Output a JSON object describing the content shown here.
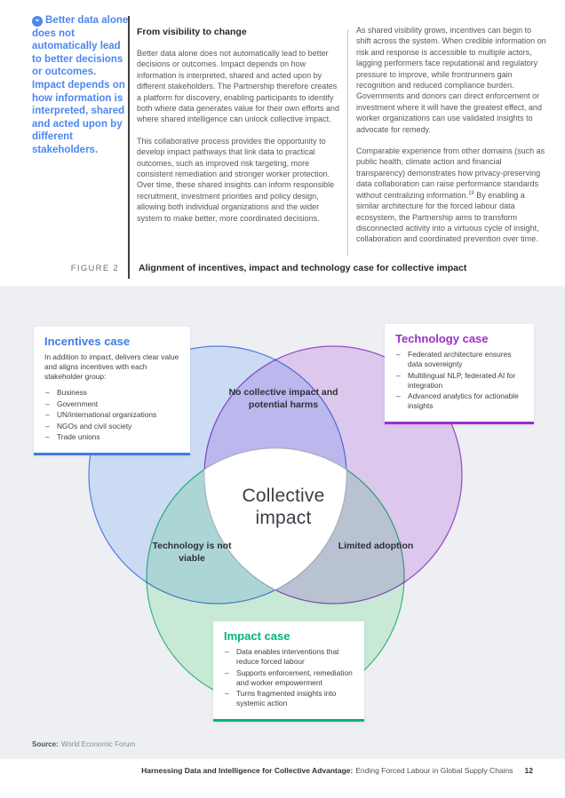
{
  "pull_quote": {
    "icon_glyph": "❝",
    "text": "Better data alone does not automatically lead to better decisions or outcomes. Impact depends on how information is interpreted, shared and acted upon by different stakeholders."
  },
  "article": {
    "heading": "From visibility to change",
    "col1_p1": "Better data alone does not automatically lead to better decisions or outcomes. Impact depends on how information is interpreted, shared and acted upon by different stakeholders. The Partnership therefore creates a platform for discovery, enabling participants to identify both where data generates value for their own efforts and where shared intelligence can unlock collective impact.",
    "col1_p2": "This collaborative process provides the opportunity to develop impact pathways that link data to practical outcomes, such as improved risk targeting, more consistent remediation and stronger worker protection. Over time, these shared insights can inform responsible recruitment, investment priorities and policy design, allowing both individual organizations and the wider system to make better, more coordinated decisions.",
    "col2_p1": "As shared visibility grows, incentives can begin to shift across the system. When credible information on risk and response is accessible to multiple actors, lagging performers face reputational and regulatory pressure to improve, while frontrunners gain recognition and reduced compliance burden. Governments and donors can direct enforcement or investment where it will have the greatest effect, and worker organizations can use validated insights to advocate for remedy.",
    "col2_p2_before": "Comparable experience from other domains (such as public health, climate action and financial transparency) demonstrates how privacy-preserving data collaboration can raise performance standards without centralizing information.",
    "col2_p2_sup": "19",
    "col2_p2_after": " By enabling a similar architecture for the forced labour data ecosystem, the Partnership aims to transform disconnected activity into a virtuous cycle of insight, collaboration and coordinated prevention over time."
  },
  "figure": {
    "label": "FIGURE 2",
    "title": "Alignment of incentives, impact and technology case for collective impact",
    "incentives_box": {
      "title": "Incentives case",
      "accent": "#3D7DE4",
      "intro": "In addition to impact, delivers clear value and aligns incentives with each stakeholder group:",
      "items": [
        "Business",
        "Government",
        "UN/international organizations",
        "NGOs and civil society",
        "Trade unions"
      ]
    },
    "technology_box": {
      "title": "Technology case",
      "accent": "#9B2FC9",
      "items": [
        "Federated architecture ensures data sovereignty",
        "Multilingual NLP, federated AI for integration",
        "Advanced analytics for actionable insights"
      ]
    },
    "impact_box": {
      "title": "Impact case",
      "accent": "#00B579",
      "items": [
        "Data enables interventions that reduce forced labour",
        "Supports enforcement, remediation and worker empowerment",
        "Turns fragmented insights into systemic action"
      ]
    },
    "venn": {
      "center_label": "Collective impact",
      "top_overlap_label": "No collective impact and potential harms",
      "left_overlap_label": "Technology is not viable",
      "right_overlap_label": "Limited adoption",
      "incentives_fill": "#dbeaff",
      "incentives_stroke": "#5b84e8",
      "technology_fill": "#edd5f9",
      "technology_stroke": "#a14fd2",
      "impact_fill": "#d7f9e0",
      "impact_stroke": "#3fc08a"
    },
    "source_prefix": "Source:",
    "source_text": "World Economic Forum"
  },
  "footer": {
    "title_bold": "Harnessing Data and Intelligence for Collective Advantage:",
    "title_rest": "Ending Forced Labour in Global Supply Chains",
    "page_number": "12"
  }
}
